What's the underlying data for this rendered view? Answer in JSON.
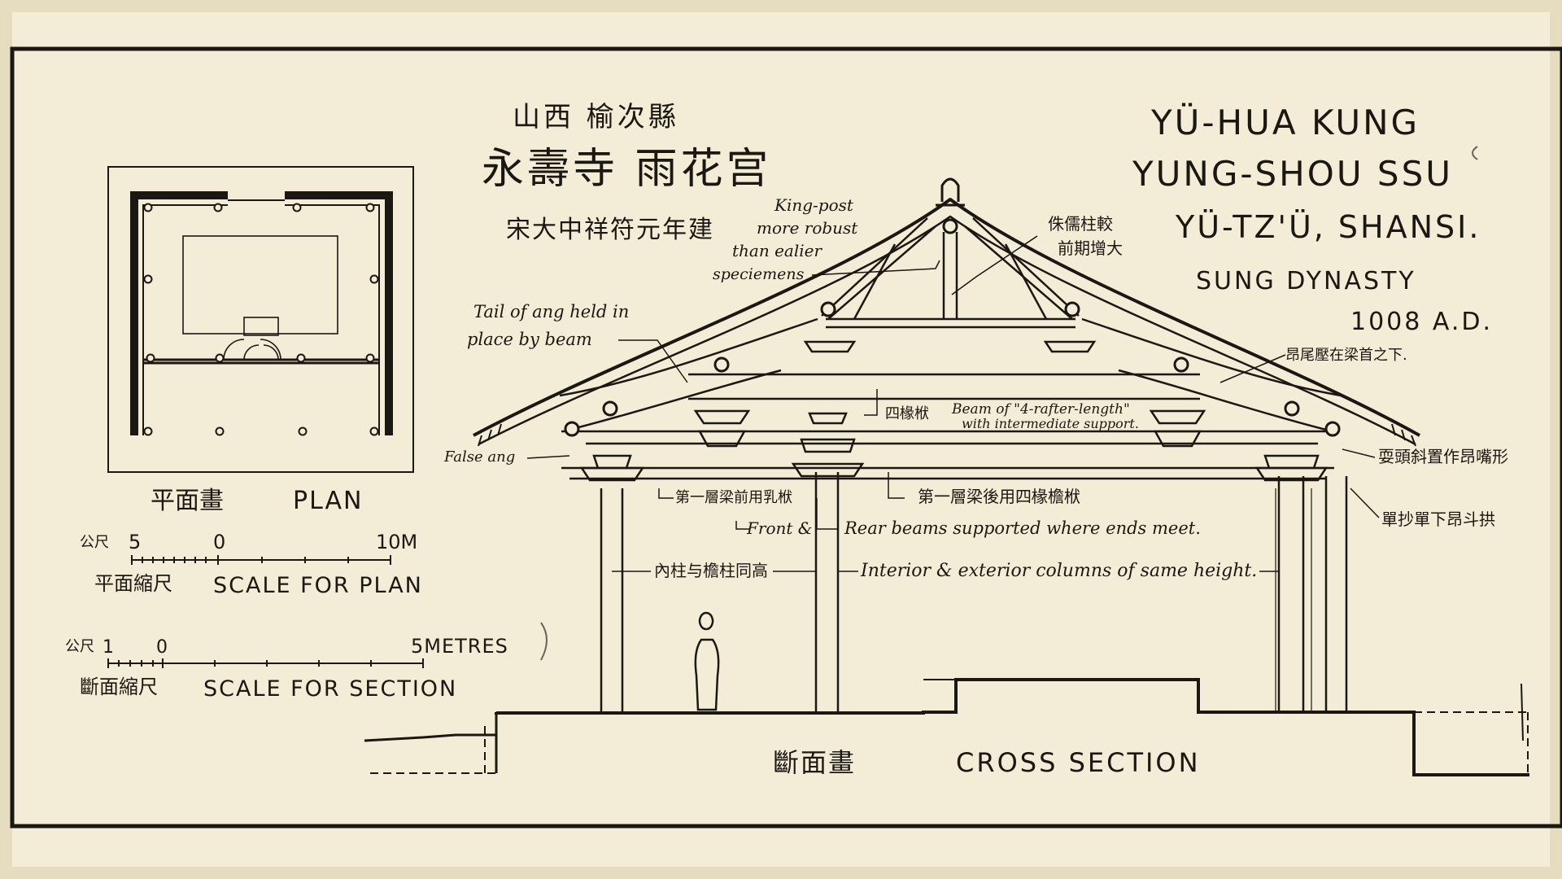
{
  "title_block": {
    "province_county_zh": "山西 榆次縣",
    "temple_hall_zh": "永壽寺 雨花宫",
    "built_zh": "宋大中祥符元年建",
    "title_line1": "YÜ-HUA KUNG",
    "title_line2": "YUNG-SHOU SSU",
    "title_line3": "YÜ-TZ'Ü, SHANSI.",
    "dynasty": "SUNG DYNASTY",
    "date": "1008 A.D."
  },
  "plan": {
    "title_zh": "平面畫",
    "title_en": "PLAN"
  },
  "plan_scale": {
    "unit_zh": "公尺",
    "tick_left": "5",
    "tick_zero": "0",
    "tick_right": "10M",
    "label_zh": "平面縮尺",
    "label_en": "SCALE FOR PLAN"
  },
  "section_scale": {
    "unit_zh": "公尺",
    "tick_left": "1",
    "tick_zero": "0",
    "tick_right": "5METRES",
    "label_zh": "斷面縮尺",
    "label_en": "SCALE FOR SECTION"
  },
  "section": {
    "title_zh": "斷面畫",
    "title_en": "CROSS SECTION"
  },
  "annotations": {
    "kingpost_1": "King-post",
    "kingpost_2": "more robust",
    "kingpost_3": "than ealier",
    "kingpost_4": "speciemens",
    "kingpost_zh_1": "侏儒柱較",
    "kingpost_zh_2": "前期增大",
    "ang_tail_1": "Tail of ang held in",
    "ang_tail_2": "place by beam",
    "ang_tail_zh": "昂尾壓在梁首之下.",
    "false_ang": "False ang",
    "false_ang_zh": "耍頭斜置作昂嘴形",
    "four_rafter_zh": "四椽栿",
    "four_rafter_1": "Beam of \"4-rafter-length\"",
    "four_rafter_2": "with intermediate support.",
    "first_front_zh": "第一層梁前用乳栿",
    "first_rear_zh": "第一層梁後用四椽檐栿",
    "front_rear_1": "Front &",
    "front_rear_2": "Rear beams supported where ends meet.",
    "bracket_zh": "單抄單下昂斗拱",
    "columns_zh": "內柱与檐柱同高",
    "columns_en": "Interior & exterior columns of same height."
  }
}
